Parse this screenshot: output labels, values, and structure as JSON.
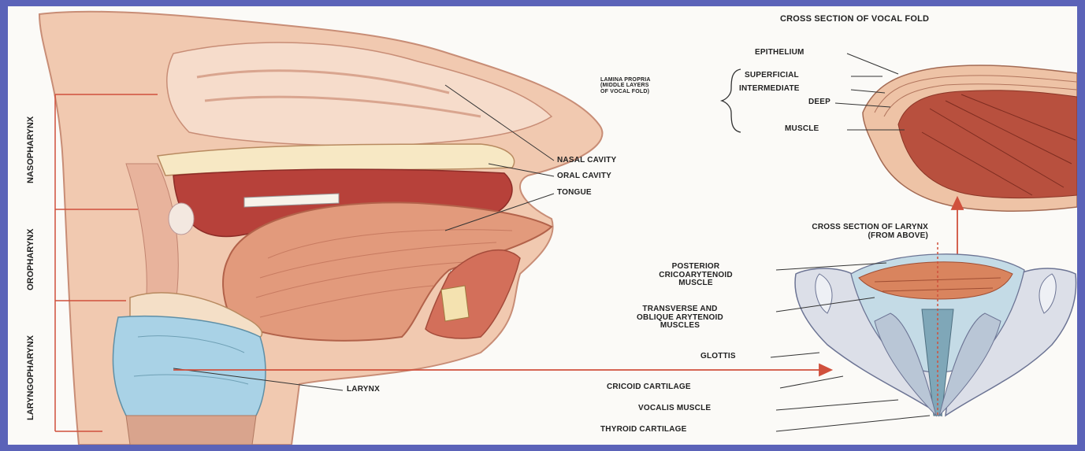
{
  "vocal_fold_section": {
    "title": "CROSS SECTION OF VOCAL FOLD",
    "epithelium": "EPITHELIUM",
    "lamina_propria": [
      "LAMINA PROPRIA",
      "(MIDDLE LAYERS",
      "OF VOCAL FOLD)"
    ],
    "superficial": "SUPERFICIAL",
    "intermediate": "INTERMEDIATE",
    "deep": "DEEP",
    "muscle": "MUSCLE"
  },
  "head_section": {
    "nasal_cavity": "NASAL CAVITY",
    "oral_cavity": "ORAL CAVITY",
    "tongue": "TONGUE",
    "larynx": "LARYNX",
    "nasopharynx": "NASOPHARYNX",
    "oropharynx": "OROPHARYNX",
    "laryngopharynx": "LARYNGOPHARYNX"
  },
  "larynx_section": {
    "title": [
      "CROSS SECTION OF LARYNX",
      "(FROM ABOVE)"
    ],
    "posterior": [
      "POSTERIOR",
      "CRICOARYTENOID",
      "MUSCLE"
    ],
    "transverse": [
      "TRANSVERSE AND",
      "OBLIQUE ARYTENOID",
      "MUSCLES"
    ],
    "glottis": "GLOTTIS",
    "cricoid": "CRICOID CARTILAGE",
    "vocalis": "VOCALIS MUSCLE",
    "thyroid": "THYROID CARTILAGE"
  },
  "colors": {
    "frame": "#5b63b8",
    "skin": "#f1c9b0",
    "tissue": "#e6a58c",
    "muscle": "#c9614a",
    "cartilage": "#a9d2e6",
    "pointer_red": "#d0503c",
    "label_text": "#222222"
  }
}
